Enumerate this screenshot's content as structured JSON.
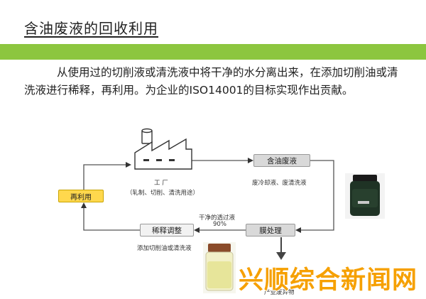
{
  "slide": {
    "title": "含油废液的回收利用",
    "paragraph": "从使用过的切削液或清洗液中将干净的水分离出来，在添加切削油或清洗液进行稀释，再利用。为企业的ISO14001的目标实现作出贡献。"
  },
  "diagram": {
    "factory_label": "工 厂",
    "factory_caption": "（轧制、切削、清洗用途）",
    "reuse_label": "再利用",
    "oily_waste_label": "含油废液",
    "oily_waste_caption": "废冷却液、废清洗液",
    "membrane_label": "膜处理",
    "dilution_label": "稀释调整",
    "dilution_caption": "添加切削油或清洗液",
    "permeate_label": "干净的透过液",
    "permeate_percent": "90%",
    "industrial_waste_label": "产业废弃物"
  },
  "watermark": "兴顺综合新闻网",
  "colors": {
    "green_band": "#8cc63f",
    "reuse_box": "#ffd84d",
    "process_box": "#d9d9d9",
    "watermark": "#f6a000"
  }
}
